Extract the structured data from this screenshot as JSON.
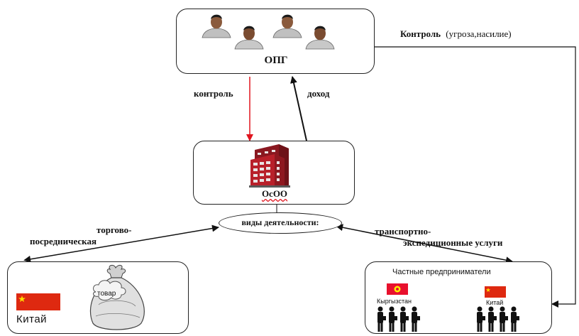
{
  "opg": {
    "title": "ОПГ"
  },
  "company": {
    "title": "ОсОО"
  },
  "top_right_label": {
    "bold": "Контроль",
    "normal": "(угроза,насилие)"
  },
  "arrow_labels": {
    "control": "контроль",
    "income": "доход"
  },
  "activities": {
    "label": "виды деятельности:"
  },
  "left_branch": {
    "line1": "торгово-",
    "line2": "посредническая"
  },
  "right_branch": {
    "line1": "транспортно-",
    "line2": "экспедиционные услуги"
  },
  "left_box": {
    "country": "Китай",
    "bag_label": "товар"
  },
  "right_box": {
    "title": "Частные предприниматели",
    "flag_left_label": "Кыргызстан",
    "flag_right_label": "Китай"
  },
  "colors": {
    "control_arrow": "#e0141e",
    "flag_red": "#de2910",
    "flag_star": "#ffde00",
    "kg_flag_red": "#e8112d",
    "kg_flag_sun": "#ffef00",
    "building_red": "#b8202a",
    "bag_gray": "#bdbdbd"
  }
}
